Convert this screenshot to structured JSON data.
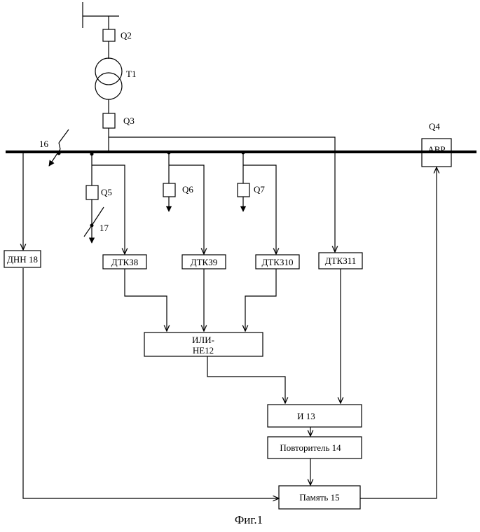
{
  "labels": {
    "q2": "Q2",
    "t1": "T1",
    "q3": "Q3",
    "q4": "Q4",
    "q5": "Q5",
    "q6": "Q6",
    "q7": "Q7",
    "fault16": "16",
    "fault17": "17"
  },
  "blocks": {
    "avr": "АВР",
    "dnn": "ДНН 18",
    "dtkz8": "ДТКЗ8",
    "dtkz9": "ДТКЗ9",
    "dtkz10": "ДТКЗ10",
    "dtkz11": "ДТКЗ11",
    "ili_line1": "ИЛИ-",
    "ili_line2": "НЕ12",
    "i13": "И 13",
    "repeater": "Повторитель 14",
    "memory": "Память 15"
  },
  "caption": "Фиг.1"
}
